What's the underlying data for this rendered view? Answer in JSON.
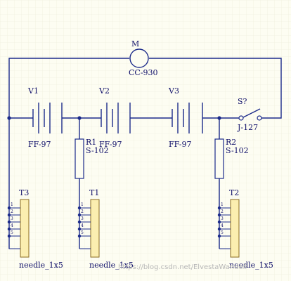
{
  "schematic": {
    "motor": {
      "designator": "M",
      "value": "CC-930"
    },
    "batteries": [
      {
        "designator": "V1",
        "value": "FF-97"
      },
      {
        "designator": "V2",
        "value": "FF-97"
      },
      {
        "designator": "V3",
        "value": "FF-97"
      }
    ],
    "switch": {
      "designator": "S?",
      "value": "J-127"
    },
    "resistors": [
      {
        "designator": "R1",
        "value": "S-102"
      },
      {
        "designator": "R2",
        "value": "S-102"
      }
    ],
    "connectors": [
      {
        "designator": "T3",
        "value": "needle_1x5",
        "pins": [
          "1",
          "2",
          "3",
          "4",
          "5"
        ]
      },
      {
        "designator": "T1",
        "value": "needle_1x5",
        "pins": [
          "1",
          "2",
          "3",
          "4",
          "5"
        ]
      },
      {
        "designator": "T2",
        "value": "needle_1x5",
        "pins": [
          "1",
          "2",
          "3",
          "4",
          "5"
        ]
      }
    ],
    "watermark": "https://blog.csdn.net/ElvestaWandell"
  },
  "colors": {
    "background": "#fdfdf2",
    "grid": "#ececd8",
    "wire": "#1b2a8a",
    "text": "#10106a",
    "resistor_fill": "#fdfdf2",
    "connector_fill": "#fbeeb0",
    "connector_stroke": "#8a6a20"
  }
}
